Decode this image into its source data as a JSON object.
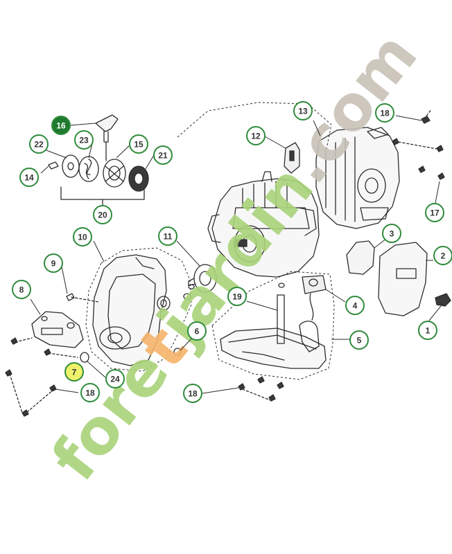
{
  "diagram": {
    "callouts": [
      {
        "id": "c1",
        "label": "1"
      },
      {
        "id": "c2",
        "label": "2"
      },
      {
        "id": "c3",
        "label": "3"
      },
      {
        "id": "c4",
        "label": "4"
      },
      {
        "id": "c5",
        "label": "5"
      },
      {
        "id": "c6",
        "label": "6"
      },
      {
        "id": "c7",
        "label": "7"
      },
      {
        "id": "c8",
        "label": "8"
      },
      {
        "id": "c9",
        "label": "9"
      },
      {
        "id": "c10",
        "label": "10"
      },
      {
        "id": "c11",
        "label": "11"
      },
      {
        "id": "c12",
        "label": "12"
      },
      {
        "id": "c13",
        "label": "13"
      },
      {
        "id": "c14",
        "label": "14"
      },
      {
        "id": "c15",
        "label": "15"
      },
      {
        "id": "c16",
        "label": "16"
      },
      {
        "id": "c17",
        "label": "17"
      },
      {
        "id": "c18a",
        "label": "18"
      },
      {
        "id": "c18b",
        "label": "18"
      },
      {
        "id": "c18c",
        "label": "18"
      },
      {
        "id": "c19",
        "label": "19"
      },
      {
        "id": "c20",
        "label": "20"
      },
      {
        "id": "c21",
        "label": "21"
      },
      {
        "id": "c22",
        "label": "22"
      },
      {
        "id": "c23",
        "label": "23"
      },
      {
        "id": "c24",
        "label": "24"
      }
    ],
    "highlighted": "c7",
    "active": "c16"
  },
  "watermark": {
    "text": "foretjardin.com",
    "color_green": "#a9d37a",
    "color_orange": "#f6b46b",
    "color_grey": "#c8c2b8"
  },
  "colors": {
    "callout_ring": "#2e8b3a",
    "callout_text": "#333333",
    "highlight_fill": "#eef26a",
    "active_fill": "#1f7a2e",
    "line_art": "#2b2b2b"
  }
}
